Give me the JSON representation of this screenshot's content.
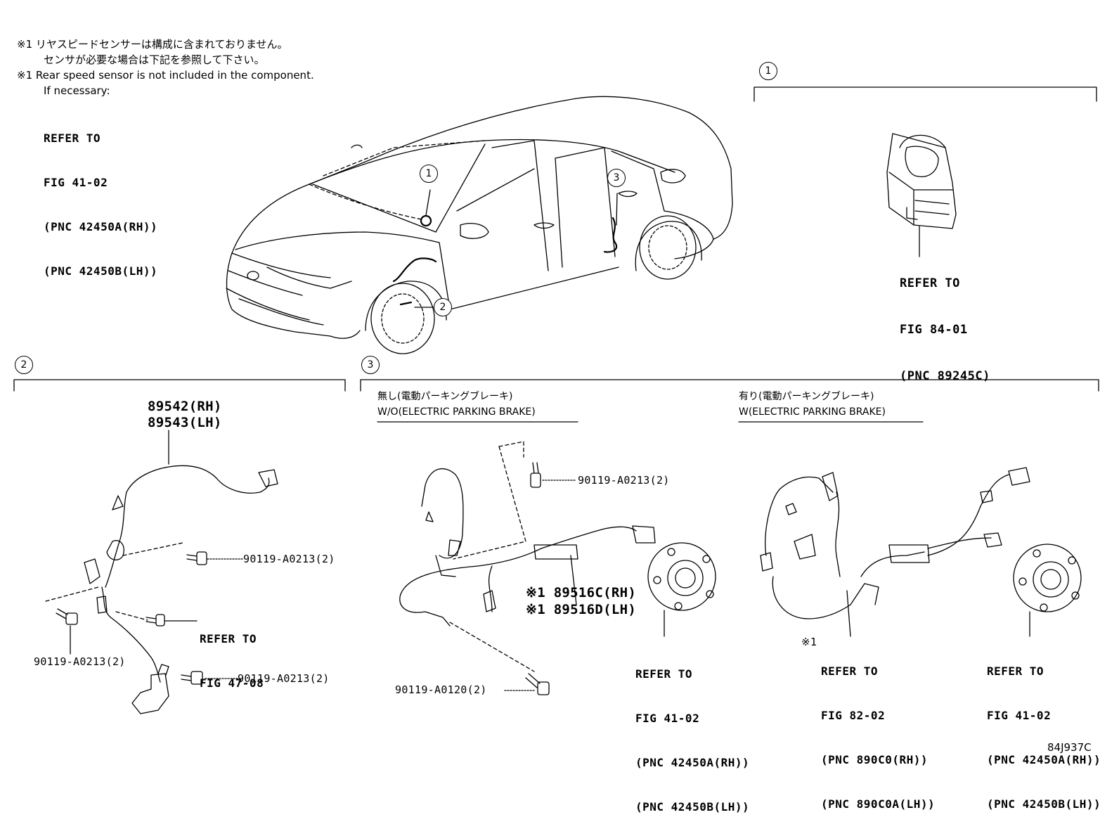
{
  "notes": {
    "jp_line1": "※1 リヤスピードセンサーは構成に含まれておりません。",
    "jp_line2": "センサが必要な場合は下記を参照して下さい。",
    "en_line1": "※1 Rear speed sensor is not included in the component.",
    "en_line2": "If necessary:",
    "refer_lines": [
      "REFER TO",
      "FIG 41-02",
      "(PNC 42450A(RH))",
      "(PNC 42450B(LH))"
    ]
  },
  "callouts": {
    "one": "1",
    "two": "2",
    "three": "3"
  },
  "section1": {
    "refer": [
      "REFER TO",
      "FIG 84-01",
      "(PNC 89245C)"
    ]
  },
  "section2": {
    "part_rh": "89542(RH)",
    "part_lh": "89543(LH)",
    "bolt_a": "90119-A0213(2)",
    "bolt_b": "90119-A0213(2)",
    "bolt_c": "90119-A0213(2)",
    "refer": [
      "REFER TO",
      "FIG 47-08"
    ]
  },
  "section3": {
    "left_title_jp": "無し(電動パーキングブレーキ)",
    "left_title_en": "W/O(ELECTRIC PARKING BRAKE)",
    "right_title_jp": "有り(電動パーキングブレーキ)",
    "right_title_en": "W(ELECTRIC PARKING BRAKE)",
    "bolt_top": "90119-A0213(2)",
    "bolt_bottom": "90119-A0120(2)",
    "part_rh": "※1 89516C(RH)",
    "part_lh": "※1 89516D(LH)",
    "refer_hub_left": [
      "REFER TO",
      "FIG 41-02",
      "(PNC 42450A(RH))",
      "(PNC 42450B(LH))"
    ],
    "mark_epb": "※1",
    "refer_epb": [
      "REFER TO",
      "FIG 82-02",
      "(PNC 890C0(RH))",
      "(PNC 890C0A(LH))"
    ],
    "refer_hub_right": [
      "REFER TO",
      "FIG 41-02",
      "(PNC 42450A(RH))",
      "(PNC 42450B(LH))"
    ]
  },
  "figure_code": "84J937C"
}
